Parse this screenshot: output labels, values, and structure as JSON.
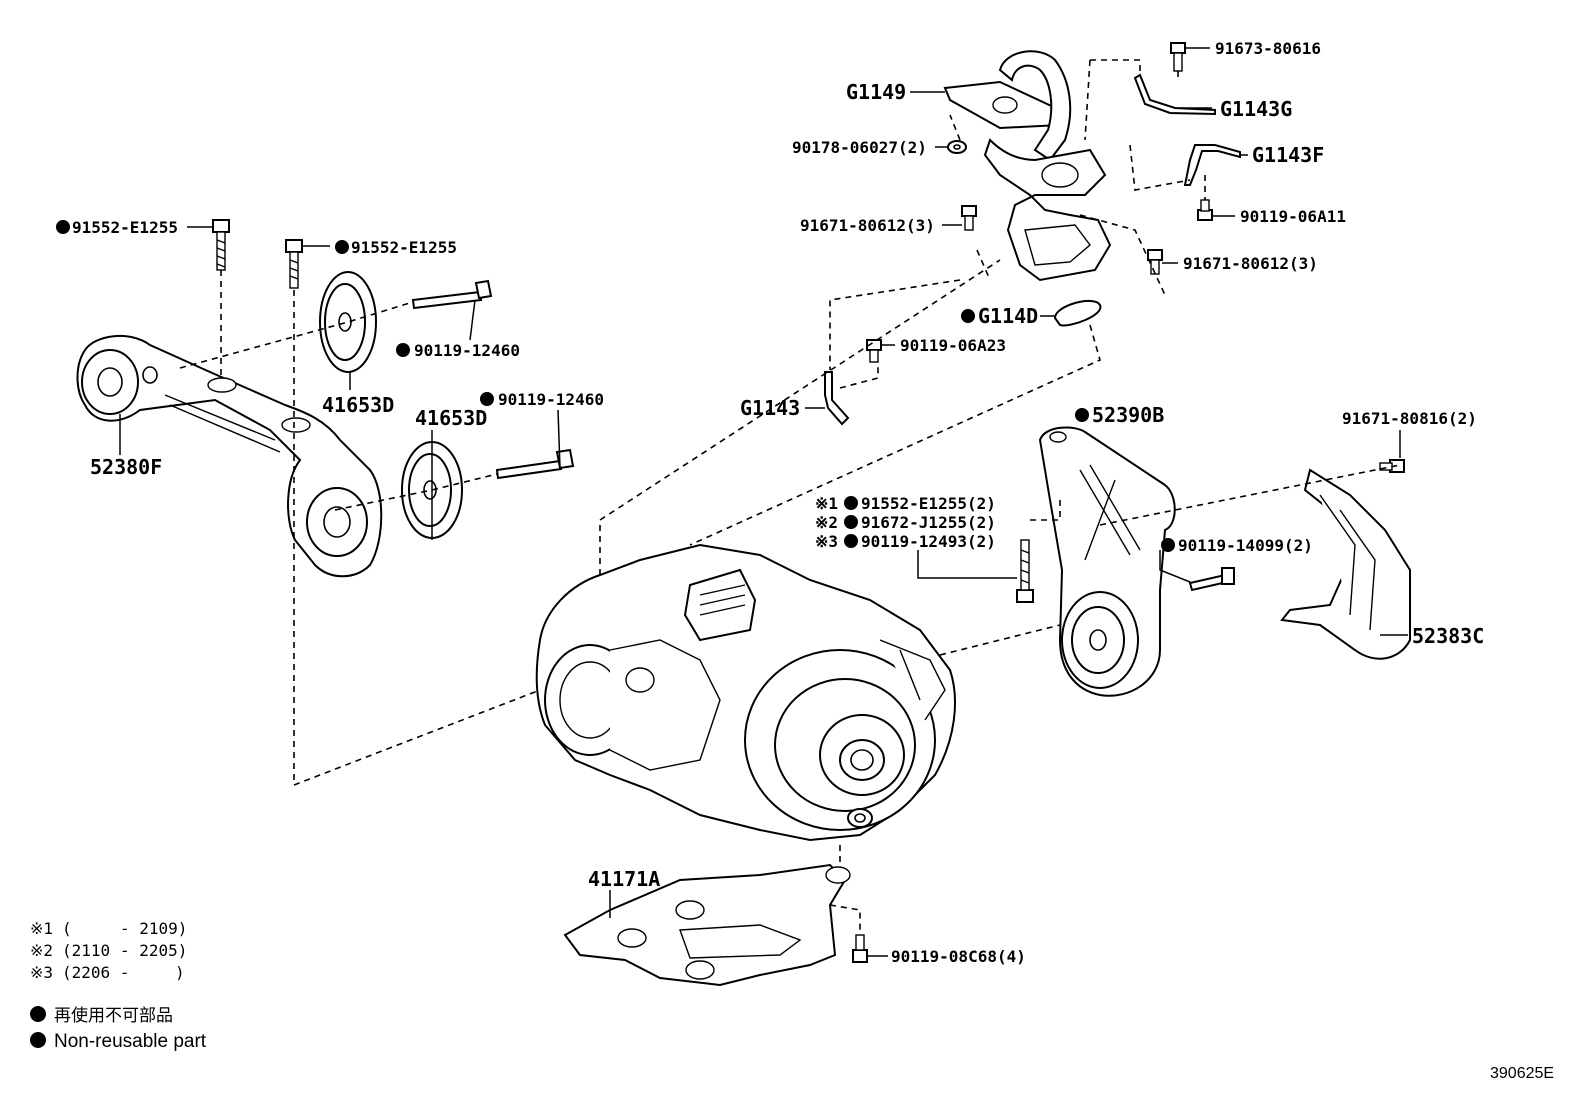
{
  "labels": {
    "l_91552_a": "91552-E1255",
    "l_91552_b": "91552-E1255",
    "l_90119_12460_a": "90119-12460",
    "l_90119_12460_b": "90119-12460",
    "l_41653d_a": "41653D",
    "l_41653d_b": "41653D",
    "l_52380f": "52380F",
    "l_g1149": "G1149",
    "l_91673": "91673-80616",
    "l_g1143g": "G1143G",
    "l_90178": "90178-06027(2)",
    "l_g1143f": "G1143F",
    "l_91671_80612_a": "91671-80612(3)",
    "l_90119_06a11": "90119-06A11",
    "l_91671_80612_b": "91671-80612(3)",
    "l_g114d": "G114D",
    "l_90119_06a23": "90119-06A23",
    "l_g1143": "G1143",
    "l_52390b": "52390B",
    "l_91671_80816": "91671-80816(2)",
    "l_n1": "※1",
    "l_n1_part": "91552-E1255(2)",
    "l_n2": "※2",
    "l_n2_part": "91672-J1255(2)",
    "l_n3": "※3",
    "l_n3_part": "90119-12493(2)",
    "l_90119_14099": "90119-14099(2)",
    "l_52383c": "52383C",
    "l_41171a": "41171A",
    "l_90119_08c68": "90119-08C68(4)"
  },
  "notes": [
    {
      "mark": "※1",
      "from": "(",
      "to": "- 2109)"
    },
    {
      "mark": "※2",
      "from": "(2110",
      "to": "- 2205)"
    },
    {
      "mark": "※3",
      "from": "(2206 -",
      "to": ")"
    }
  ],
  "legend": {
    "jp": "再使用不可部品",
    "en": "Non-reusable part"
  },
  "figure_id": "390625E"
}
